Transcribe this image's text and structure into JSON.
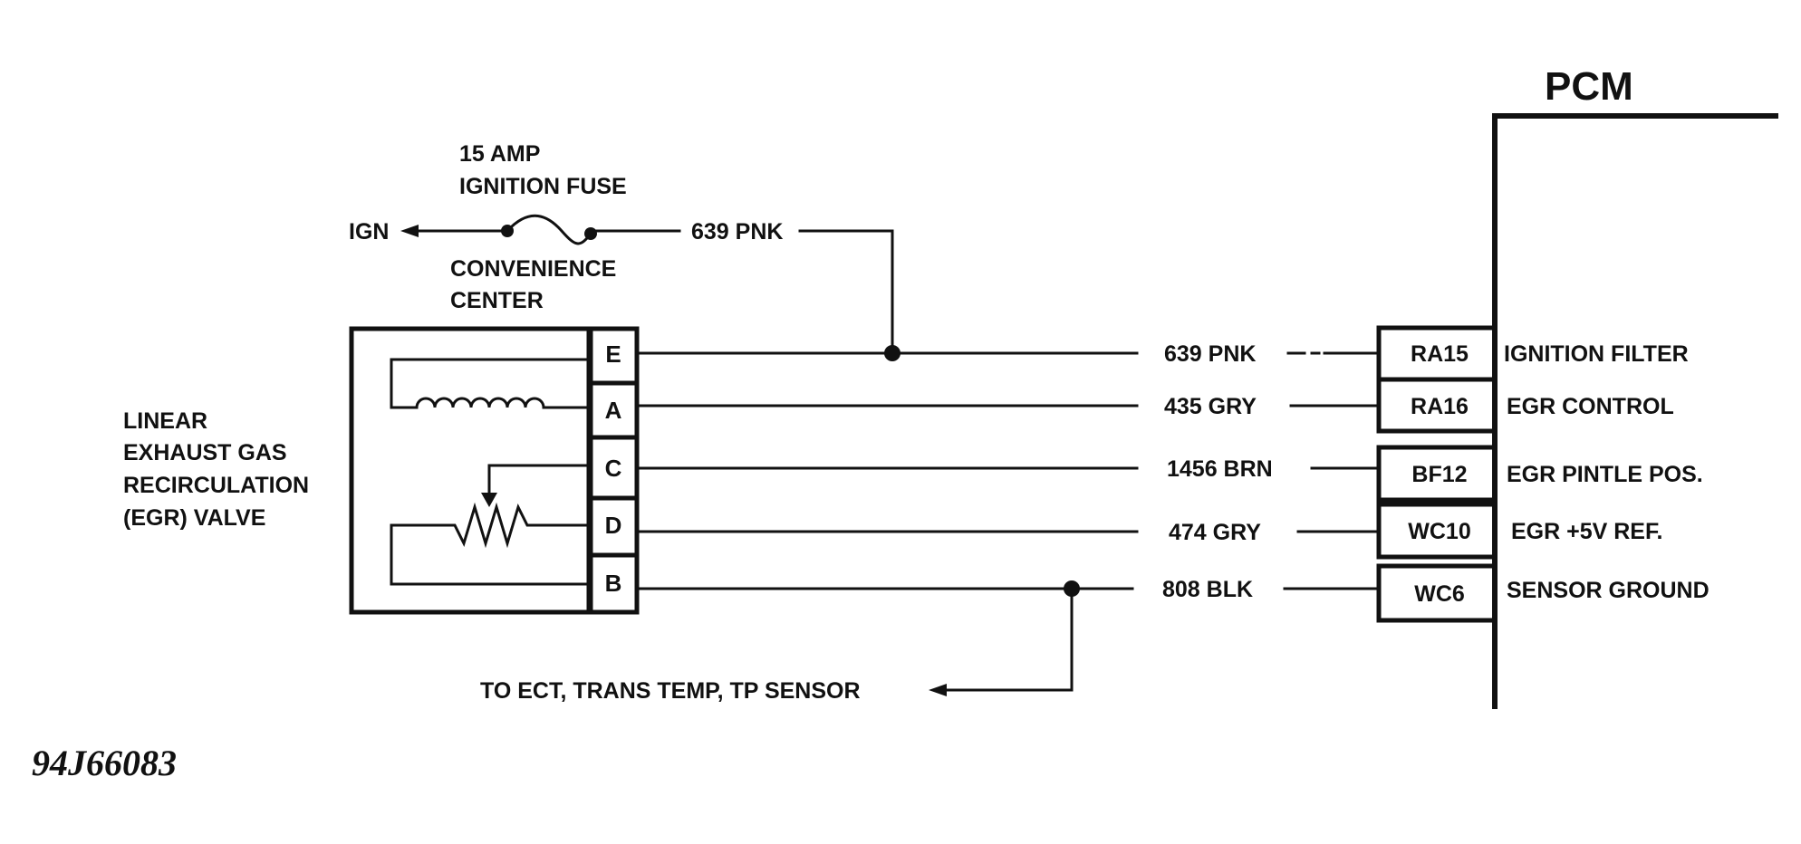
{
  "pcm_title": "PCM",
  "fuse": {
    "line1": "15 AMP",
    "line2": "IGNITION FUSE",
    "source": "IGN",
    "location_line1": "CONVENIENCE",
    "location_line2": "CENTER",
    "feed_wire": "639 PNK"
  },
  "valve": {
    "line1": "LINEAR",
    "line2": "EXHAUST GAS",
    "line3": "RECIRCULATION",
    "line4": "(EGR) VALVE",
    "pins": [
      "E",
      "A",
      "C",
      "D",
      "B"
    ]
  },
  "circuits": [
    {
      "pin": "E",
      "wire": "639 PNK",
      "terminal": "RA15",
      "function": "IGNITION FILTER"
    },
    {
      "pin": "A",
      "wire": "435 GRY",
      "terminal": "RA16",
      "function": "EGR CONTROL"
    },
    {
      "pin": "C",
      "wire": "1456 BRN",
      "terminal": "BF12",
      "function": "EGR PINTLE POS."
    },
    {
      "pin": "D",
      "wire": "474 GRY",
      "terminal": "WC10",
      "function": "EGR +5V REF."
    },
    {
      "pin": "B",
      "wire": "808 BLK",
      "terminal": "WC6",
      "function": "SENSOR GROUND"
    }
  ],
  "ground_branch": "TO ECT, TRANS TEMP, TP SENSOR",
  "figure_id": "94J66083"
}
